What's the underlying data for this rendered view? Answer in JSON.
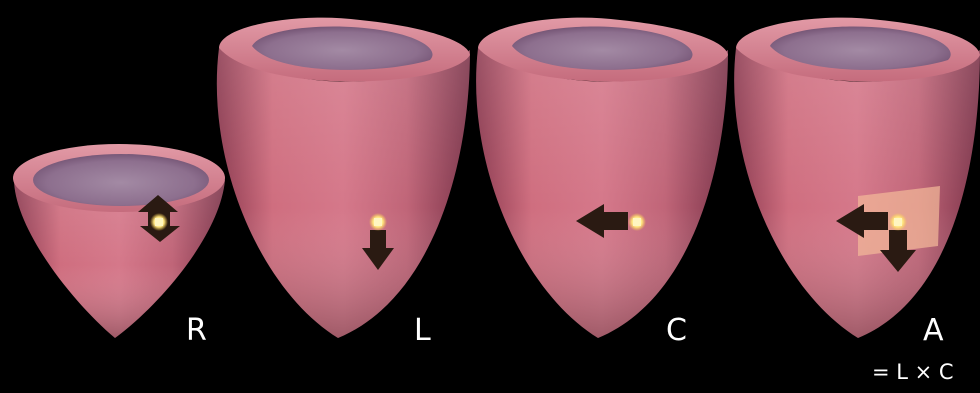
{
  "panels": [
    {
      "label": "R"
    },
    {
      "label": "L"
    },
    {
      "label": "C"
    },
    {
      "label": "A"
    }
  ],
  "formula": "= L × C",
  "colors": {
    "background": "#000000",
    "heart_base": "#c8667a",
    "heart_shadow": "#7a2f45",
    "heart_highlight": "#e6a3ad",
    "cavity": "#9a7d97",
    "arrow": "#2a1a12",
    "marker": "#fff3a0",
    "area_patch": "#f2b999"
  }
}
